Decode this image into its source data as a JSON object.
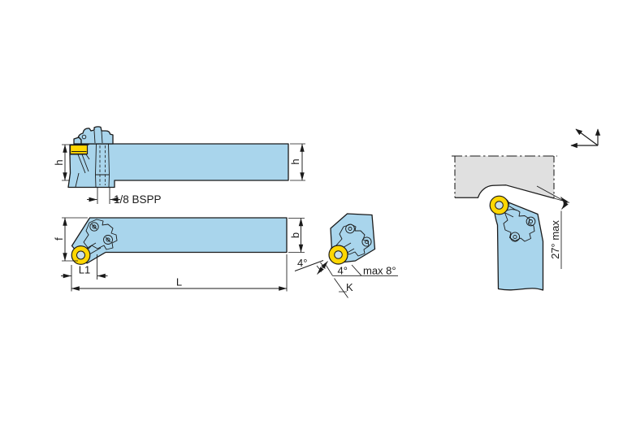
{
  "colors": {
    "background": "#ffffff",
    "holder_body": "#a9d5ec",
    "insert_yellow": "#ffd703",
    "insert_core": "#c9dfeb",
    "workpiece_gray": "#e0e0e0",
    "line": "#1a1a1a"
  },
  "views": {
    "side": {
      "h_left": "h",
      "h_right": "h",
      "thread": "1/8 BSPP"
    },
    "top": {
      "f": "f",
      "b": "b",
      "l1": "L1",
      "l": "L",
      "lead_angle": "4°"
    },
    "detail": {
      "angle": "4°",
      "max_angle": "max 8°",
      "k": "K"
    },
    "application": {
      "max_ramp": "27° max"
    }
  },
  "icons": {
    "feed_direction": "feed-direction-arrows"
  }
}
